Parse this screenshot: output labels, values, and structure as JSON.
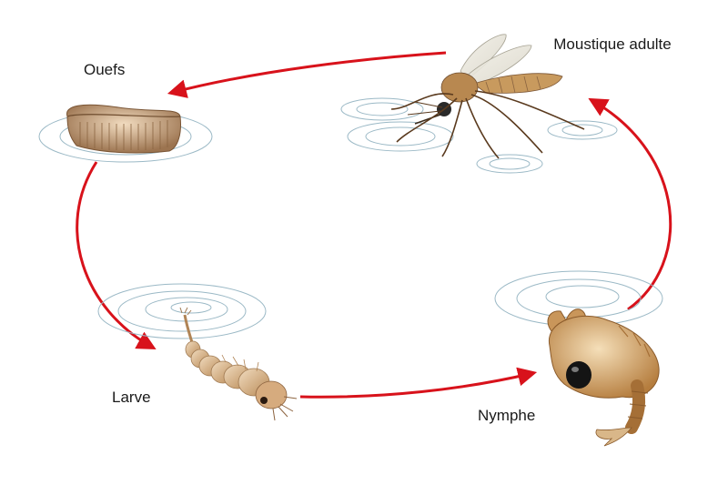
{
  "stages": {
    "eggs": {
      "label": "Ouefs"
    },
    "larva": {
      "label": "Larve"
    },
    "pupa": {
      "label": "Nymphe"
    },
    "adult": {
      "label": "Moustique adulte"
    }
  },
  "colors": {
    "arrow": "#d8121b",
    "water_ripple": "#9bb9c6",
    "insect_body": "#c89a5e",
    "insect_dark": "#5a3a1e"
  },
  "icons": [
    "egg-raft-icon",
    "larva-icon",
    "pupa-icon",
    "mosquito-icon"
  ]
}
